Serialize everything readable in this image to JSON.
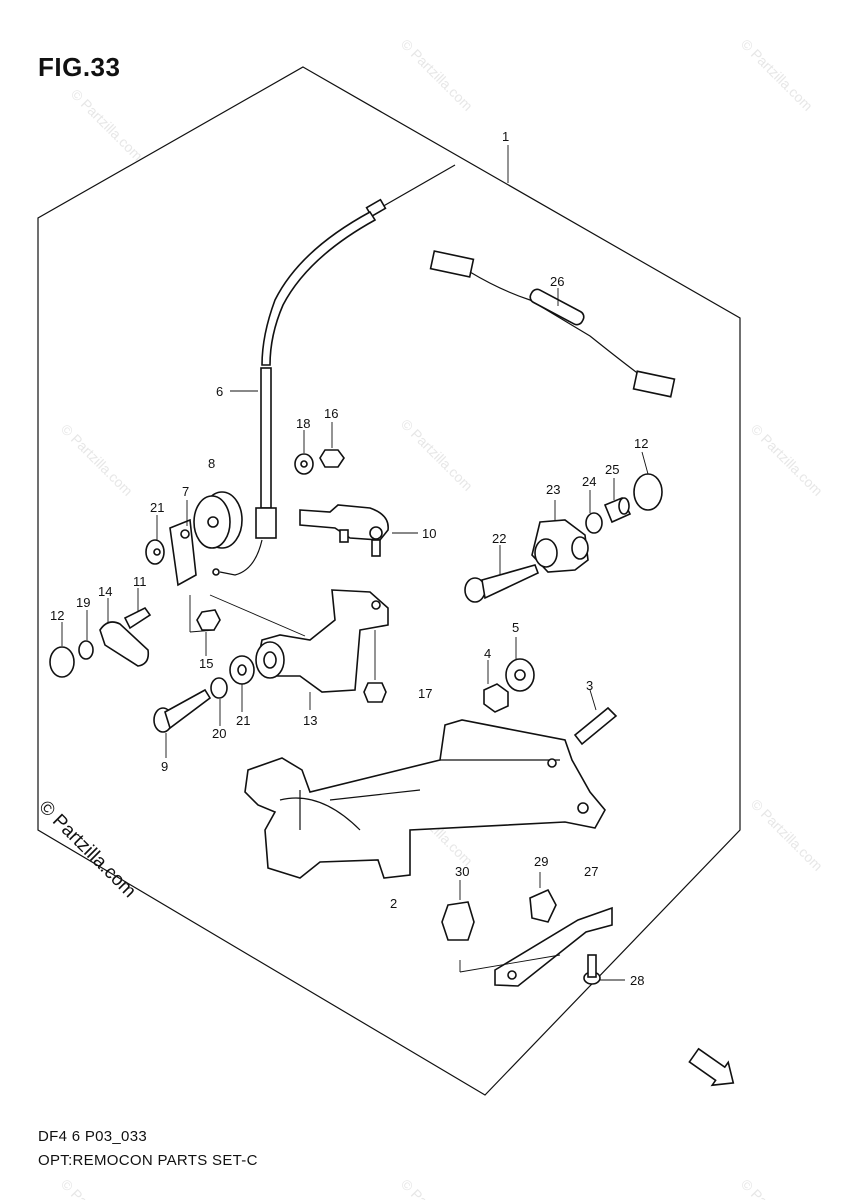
{
  "figure": {
    "title": "FIG.33",
    "model_code": "DF4 6 P03_033",
    "section_title": "OPT:REMOCON PARTS SET-C"
  },
  "watermark": {
    "text": "© Partzilla.com"
  },
  "fwd_arrow": {
    "label": "FWD"
  },
  "callouts": [
    {
      "id": "c1",
      "text": "1"
    },
    {
      "id": "c2",
      "text": "2"
    },
    {
      "id": "c3",
      "text": "3"
    },
    {
      "id": "c4",
      "text": "4"
    },
    {
      "id": "c5",
      "text": "5"
    },
    {
      "id": "c6",
      "text": "6"
    },
    {
      "id": "c7",
      "text": "7"
    },
    {
      "id": "c8",
      "text": "8"
    },
    {
      "id": "c9",
      "text": "9"
    },
    {
      "id": "c10",
      "text": "10"
    },
    {
      "id": "c11",
      "text": "11"
    },
    {
      "id": "c12a",
      "text": "12"
    },
    {
      "id": "c12b",
      "text": "12"
    },
    {
      "id": "c13",
      "text": "13"
    },
    {
      "id": "c14",
      "text": "14"
    },
    {
      "id": "c15",
      "text": "15"
    },
    {
      "id": "c16",
      "text": "16"
    },
    {
      "id": "c17",
      "text": "17"
    },
    {
      "id": "c18",
      "text": "18"
    },
    {
      "id": "c19",
      "text": "19"
    },
    {
      "id": "c20",
      "text": "20"
    },
    {
      "id": "c21a",
      "text": "21"
    },
    {
      "id": "c21b",
      "text": "21"
    },
    {
      "id": "c22",
      "text": "22"
    },
    {
      "id": "c23",
      "text": "23"
    },
    {
      "id": "c24",
      "text": "24"
    },
    {
      "id": "c25",
      "text": "25"
    },
    {
      "id": "c26",
      "text": "26"
    },
    {
      "id": "c27",
      "text": "27"
    },
    {
      "id": "c28",
      "text": "28"
    },
    {
      "id": "c29",
      "text": "29"
    },
    {
      "id": "c30",
      "text": "30"
    }
  ]
}
